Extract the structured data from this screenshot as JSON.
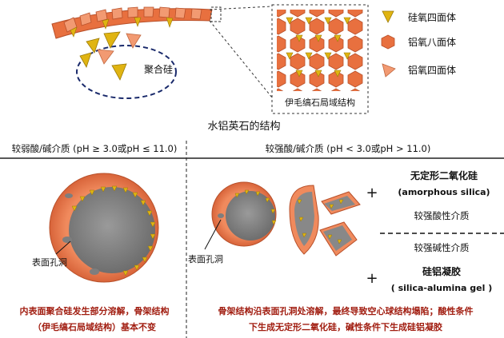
{
  "top": {
    "colors": {
      "octahedron": "#e8703f",
      "tetra_si": "#e0b412",
      "tetra_al": "#f29a72"
    },
    "legend": [
      {
        "icon": "silica-tetrahedron-icon",
        "label": "硅氧四面体"
      },
      {
        "icon": "alumina-octahedron-icon",
        "label": "铝氧八面体"
      },
      {
        "icon": "alumina-tetrahedron-icon",
        "label": "铝氧四面体"
      }
    ],
    "polymer_label": "聚合硅",
    "imogolite_label": "伊毛缟石局域结构",
    "title": "水铝英石的结构"
  },
  "conditions": {
    "left": "较弱酸/碱介质 (pH ≥ 3.0或pH ≤ 11.0)",
    "right": "较强酸/碱介质 (pH < 3.0或pH > 11.0)"
  },
  "middle": {
    "pore_label_left": "表面孔洞",
    "pore_label_right": "表面孔洞",
    "plus": "+",
    "product_acid_cn": "无定形二氧化硅",
    "product_acid_en": "(amorphous silica)",
    "acid_medium": "较强酸性介质",
    "alkali_medium": "较强碱性介质",
    "product_alkali_cn": "硅铝凝胶",
    "product_alkali_en": "( silica-alumina gel )"
  },
  "bottom": {
    "left_line1": "内表面聚合硅发生部分溶解，骨架结构",
    "left_line2": "（伊毛缟石局域结构）基本不变",
    "right_line1": "骨架结构沿表面孔洞处溶解，最终导致空心球结构塌陷；酸性条件",
    "right_line2": "下生成无定形二氧化硅，碱性条件下生成硅铝凝胶"
  }
}
